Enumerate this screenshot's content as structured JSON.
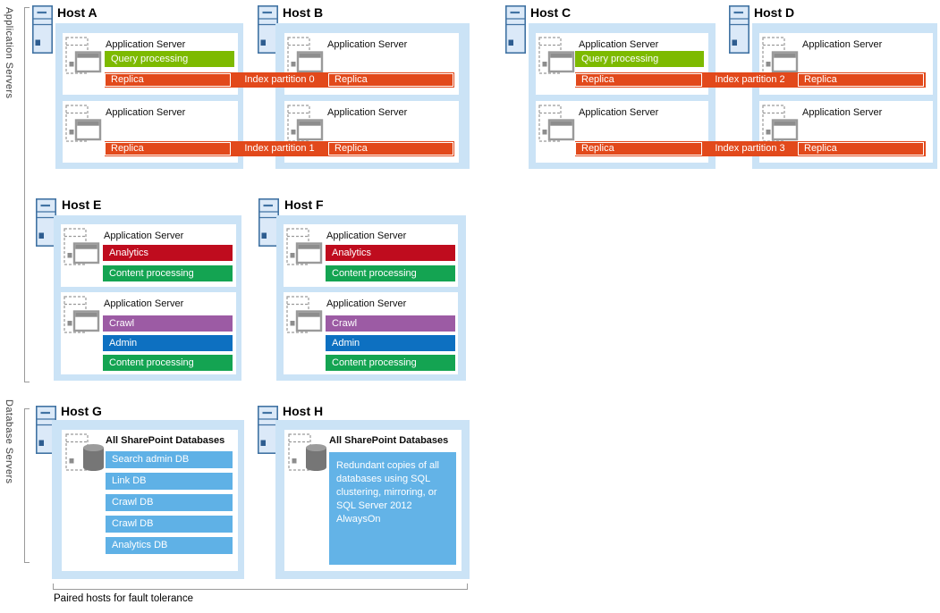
{
  "side_labels": {
    "app": "Application Servers",
    "db": "Database Servers"
  },
  "labels": {
    "app_server": "Application Server",
    "db_header": "All SharePoint Databases",
    "footer": "Paired hosts for fault tolerance"
  },
  "colors": {
    "host_container": "#cbe3f6",
    "query_processing": "#7dba00",
    "index_partition": "#e2491b",
    "analytics": "#bf0c1e",
    "content_processing": "#14a452",
    "crawl": "#9c5ba4",
    "admin": "#0d70c1",
    "database_bar": "#5fb1e6",
    "note_box": "#63b3e7"
  },
  "icons": {
    "host": "server-tower-icon",
    "app": "application-window-icon",
    "db": "database-cylinder-icon"
  },
  "hosts": {
    "a": {
      "title": "Host A",
      "server1_bars": [
        {
          "label": "Query processing"
        }
      ]
    },
    "b": {
      "title": "Host B"
    },
    "c": {
      "title": "Host C",
      "server1_bars": [
        {
          "label": "Query processing"
        }
      ]
    },
    "d": {
      "title": "Host D"
    },
    "e": {
      "title": "Host E",
      "server1_bars": [
        {
          "label": "Analytics"
        },
        {
          "label": "Content processing"
        }
      ],
      "server2_bars": [
        {
          "label": "Crawl"
        },
        {
          "label": "Admin"
        },
        {
          "label": "Content processing"
        }
      ]
    },
    "f": {
      "title": "Host F",
      "server1_bars": [
        {
          "label": "Analytics"
        },
        {
          "label": "Content processing"
        }
      ],
      "server2_bars": [
        {
          "label": "Crawl"
        },
        {
          "label": "Admin"
        },
        {
          "label": "Content processing"
        }
      ]
    },
    "g": {
      "title": "Host G",
      "databases": [
        "Search admin DB",
        "Link DB",
        "Crawl DB",
        "Crawl DB",
        "Analytics DB"
      ]
    },
    "h": {
      "title": "Host H",
      "note": "Redundant copies of all databases using SQL clustering, mirroring, or SQL Server 2012 AlwaysOn"
    }
  },
  "partitions": [
    {
      "label": "Index partition 0",
      "replicas": [
        "Replica",
        "Replica"
      ]
    },
    {
      "label": "Index partition 1",
      "replicas": [
        "Replica",
        "Replica"
      ]
    },
    {
      "label": "Index partition 2",
      "replicas": [
        "Replica",
        "Replica"
      ]
    },
    {
      "label": "Index partition 3",
      "replicas": [
        "Replica",
        "Replica"
      ]
    }
  ]
}
